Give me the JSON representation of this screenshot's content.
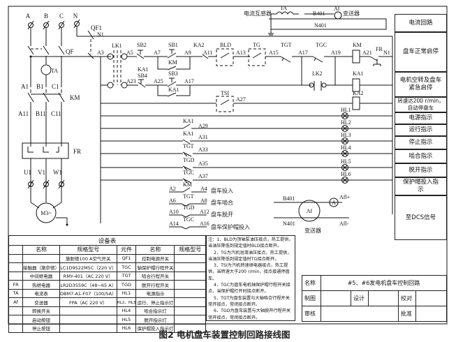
{
  "figure_caption": "图2   电机盘车装置控制回路接线图",
  "power": {
    "phases": [
      "A",
      "B",
      "C",
      "N"
    ],
    "breaker_main": "QF",
    "breaker_control": "QF1",
    "neutral": "N1",
    "ct": "TA",
    "contactor": "KM",
    "line_labels": [
      "A1",
      "B1",
      "C1"
    ],
    "line_labels_2": [
      "A11",
      "B11",
      "C11"
    ],
    "overload": "FR",
    "motor_terminals": [
      "U1",
      "V1",
      "W1"
    ],
    "motor": "M3~"
  },
  "current_loop": {
    "ct_label": "电流互感器",
    "ct": "TA",
    "wire_b": "B401",
    "transducer": "Af",
    "transducer_label": "变送器",
    "wire_n": "N401"
  },
  "control": {
    "nodes": [
      "A3",
      "A5",
      "A7",
      "A9",
      "A11",
      "A13",
      "A15",
      "A17",
      "A19",
      "A21",
      "A23",
      "A25",
      "A27",
      "A29",
      "A31",
      "A33",
      "A35",
      "A37"
    ],
    "devices": {
      "lk1": "LK1",
      "lk2": "LK2",
      "sb1": "SB1",
      "sb2": "SB2",
      "sb3": "SB3",
      "sb4": "SB4",
      "km": "KM",
      "ka1": "KA1",
      "ka2": "KA2",
      "bld": "BLD",
      "tg": "TG",
      "tgt": "TGT",
      "tgc": "TGC",
      "tgd": "TGD",
      "tsi": "TSI",
      "fr": "FR",
      "n1": "N1"
    },
    "lamps": [
      "HL1",
      "HL2",
      "HL3",
      "HL4",
      "HL5",
      "HL6"
    ]
  },
  "dcs": {
    "rows": [
      {
        "from": "A2",
        "dev": "KM",
        "to": "A4",
        "desc": "盘车投入"
      },
      {
        "from": "A6",
        "dev": "TGT",
        "to": "A8",
        "desc": "盘车啮合"
      },
      {
        "from": "A10",
        "dev": "TGD",
        "to": "A12",
        "desc": "盘车脱开"
      },
      {
        "from": "A14",
        "dev": "TGC",
        "to": "A16",
        "desc": "盘车保护帽投入"
      }
    ],
    "transducer": {
      "wire_b": "B401",
      "wire_n": "N401",
      "name": "Af",
      "meter": "A",
      "out_plus": "Afl+",
      "out_minus": "Afl-",
      "label": "变送器"
    }
  },
  "function_labels": [
    "电流回路",
    "盘车正常启停",
    "电机空转及盘车紧急启停",
    "转速达200 r/min，自动停盘车",
    "电源指示",
    "运行指示",
    "停止指示",
    "啮合指示",
    "脱开指示",
    "保护帽投入指示",
    "至DCS信号"
  ],
  "equipment_table": {
    "caption": "设备表",
    "headers": [
      "",
      "名称",
      "规格型号",
      "元件",
      "名称",
      "规格型号"
    ],
    "rows": [
      [
        "",
        "",
        "施耐德100 A空气开关",
        "QF1",
        "控制电源开关",
        ""
      ],
      [
        "",
        "接触器（施奈德）",
        "LC1D9522M5C（220 V）",
        "TGC",
        "轴保护帽行程开关",
        ""
      ],
      [
        "",
        "中间继电器",
        "RMY-401（AC 220 V）",
        "TGT",
        "啮合行程开关",
        ""
      ],
      [
        "FR",
        "热继电器",
        "LR2D3559C（48~65 A）",
        "TGD",
        "脱开行程开关",
        ""
      ],
      [
        "TA",
        "电流表",
        "DBM7-A1-F07（100/5A）",
        "HL1",
        "电源指示",
        ""
      ],
      [
        "Af",
        "变送器",
        "FPA（AC 220 V）",
        "HL2、HL3",
        "运行、停止指示灯",
        ""
      ],
      [
        "",
        "转换开关",
        "",
        "HL4",
        "啮合指示灯",
        ""
      ],
      [
        "",
        "启动按钮",
        "",
        "HL5",
        "脱开指示灯",
        ""
      ],
      [
        "",
        "停止按钮",
        "",
        "HL6",
        "保护帽投入指示灯",
        ""
      ]
    ]
  },
  "notes": [
    "注：1．BLD为顶轴泵油压接点，热工提供，当油压降低到规定值时BLD接点断开。",
    "2．TG为汽机润滑油压接点，热工提供，当油压降低到规定值时TG接点断开。",
    "3．TSI为汽机转速继电器接点，热工提供，当转速大于200 r/min，接点接通停盘车。",
    "4．TGC为盘车电机轴保护帽行程开关接点，当保护帽打开时接点断开。",
    "5．TGT为盘车装置与大轴啮合行程开关常开接点，常闭接点断开。",
    "6．TGD为盘车装置与大轴脱开行程开关常开接点，常闭接点断开。"
  ],
  "title_block": {
    "name_label": "名称",
    "name_value": "#5、#6发电机盘车控制回路",
    "draw_label": "制图",
    "design_label": "设计",
    "check_label": "校对",
    "review_label": "审核",
    "approve_label": "批准"
  }
}
